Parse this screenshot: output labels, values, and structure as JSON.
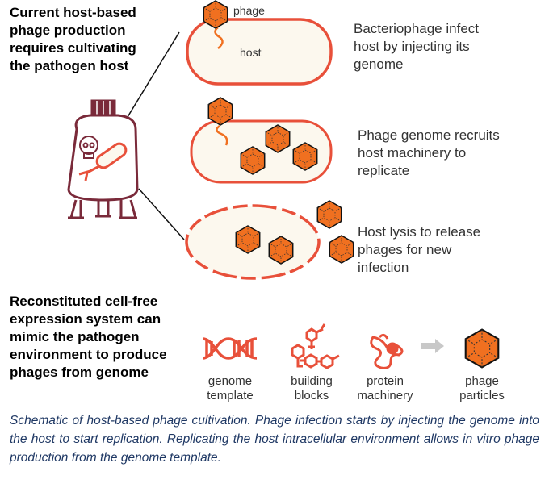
{
  "colors": {
    "accent": "#e8503a",
    "phage": "#f07020",
    "vessel": "#7a2a3a",
    "cell_fill": "#fcf8ee",
    "arrow": "#c8c8c8",
    "caption": "#1f3864"
  },
  "header": {
    "lines": [
      "Current host-based",
      "phage production",
      "requires cultivating",
      "the pathogen host"
    ]
  },
  "steps": [
    {
      "lines": [
        "Bacteriophage infect",
        "host by injecting its",
        "genome"
      ],
      "phage_label": "phage",
      "host_label": "host"
    },
    {
      "lines": [
        "Phage genome recruits",
        "host machinery to",
        "replicate"
      ]
    },
    {
      "lines": [
        "Host lysis to release",
        "phages for new",
        "infection"
      ]
    }
  ],
  "cellfree": {
    "lines": [
      "Reconstituted cell-free",
      "expression system can",
      "mimic the pathogen",
      "environment to produce",
      "phages from genome"
    ]
  },
  "components": [
    {
      "icon": "dna-icon",
      "lines": [
        "genome",
        "template"
      ]
    },
    {
      "icon": "molecules-icon",
      "lines": [
        "building",
        "blocks"
      ]
    },
    {
      "icon": "protein-icon",
      "lines": [
        "protein",
        "machinery"
      ]
    },
    {
      "icon": "phage-icon",
      "lines": [
        "phage",
        "particles"
      ]
    }
  ],
  "caption": "Schematic of host-based phage cultivation. Phage infection starts by injecting the genome into the host to start replication. Replicating the host intracellular environment allows in vitro phage production from the genome template."
}
